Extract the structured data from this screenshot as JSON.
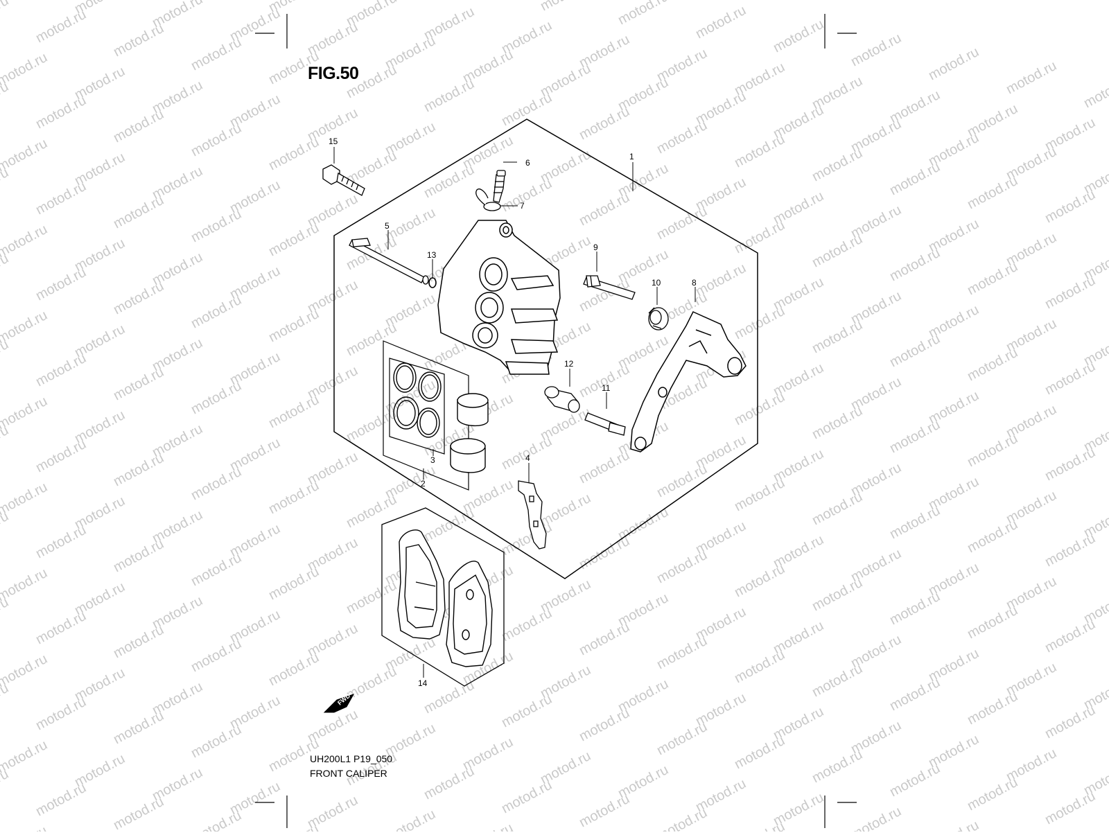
{
  "figure": {
    "title": "FIG.50",
    "code": "UH200L1 P19_050",
    "caption": "FRONT CALIPER",
    "watermark": "motod.ru",
    "fwd_label": "FWD"
  },
  "callouts": [
    {
      "id": "1",
      "label": "1"
    },
    {
      "id": "2",
      "label": "2"
    },
    {
      "id": "3",
      "label": "3"
    },
    {
      "id": "4",
      "label": "4"
    },
    {
      "id": "5",
      "label": "5"
    },
    {
      "id": "6",
      "label": "6"
    },
    {
      "id": "7",
      "label": "7"
    },
    {
      "id": "8",
      "label": "8"
    },
    {
      "id": "9",
      "label": "9"
    },
    {
      "id": "10",
      "label": "10"
    },
    {
      "id": "11",
      "label": "11"
    },
    {
      "id": "12",
      "label": "12"
    },
    {
      "id": "13",
      "label": "13"
    },
    {
      "id": "14",
      "label": "14"
    },
    {
      "id": "15",
      "label": "15"
    }
  ],
  "colors": {
    "line": "#000000",
    "watermark": "#c9c9c9",
    "background": "#ffffff"
  }
}
